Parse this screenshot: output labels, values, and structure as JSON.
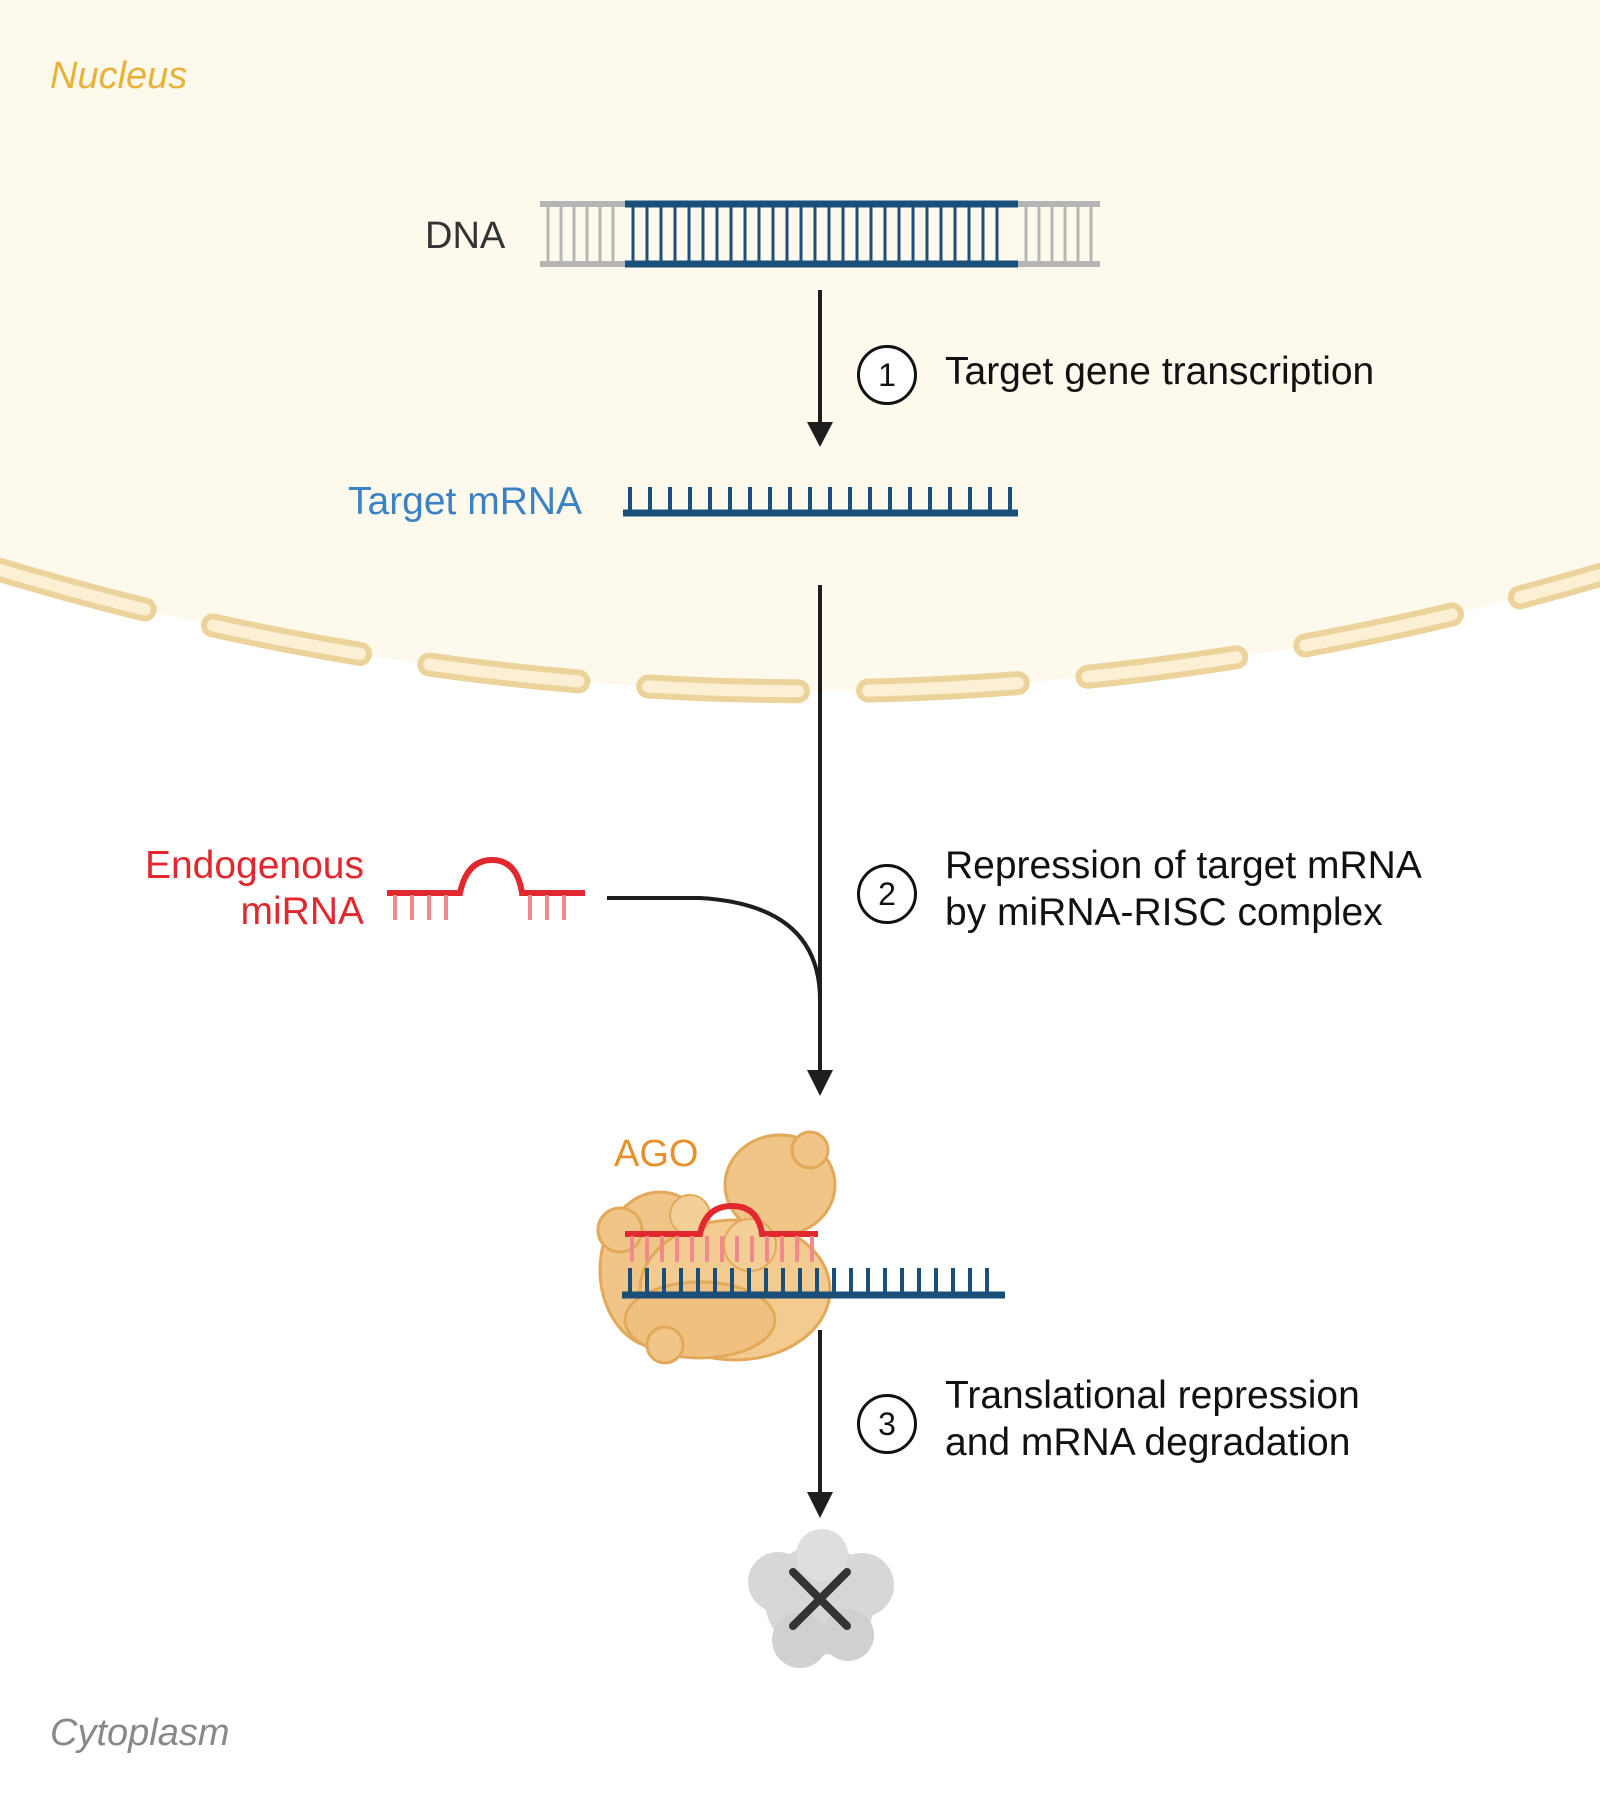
{
  "regions": {
    "nucleus": "Nucleus",
    "cytoplasm": "Cytoplasm"
  },
  "labels": {
    "dna": "DNA",
    "target_mrna": "Target mRNA",
    "mirna_line1": "Endogenous",
    "mirna_line2": "miRNA",
    "ago": "AGO"
  },
  "steps": [
    {
      "number": "1",
      "line1": "Target gene transcription",
      "line2": ""
    },
    {
      "number": "2",
      "line1": "Repression of target mRNA",
      "line2": "by miRNA-RISC complex"
    },
    {
      "number": "3",
      "line1": "Translational repression",
      "line2": "and mRNA degradation"
    }
  ],
  "colors": {
    "nucleus_fill": "#fdf9ec",
    "membrane": "#f3dfa8",
    "nucleus_text": "#e8b23a",
    "cytoplasm_text": "#888888",
    "dna_flank": "#b5b5b5",
    "dna_gene": "#1a4f7a",
    "mrna_text": "#3b82c4",
    "mirna": "#e0282e",
    "mirna_light": "#f2898c",
    "ago_fill": "#f0c587",
    "ago_text": "#e8902c",
    "arrow": "#1e1e1e",
    "degraded": "#d7d7d7"
  }
}
